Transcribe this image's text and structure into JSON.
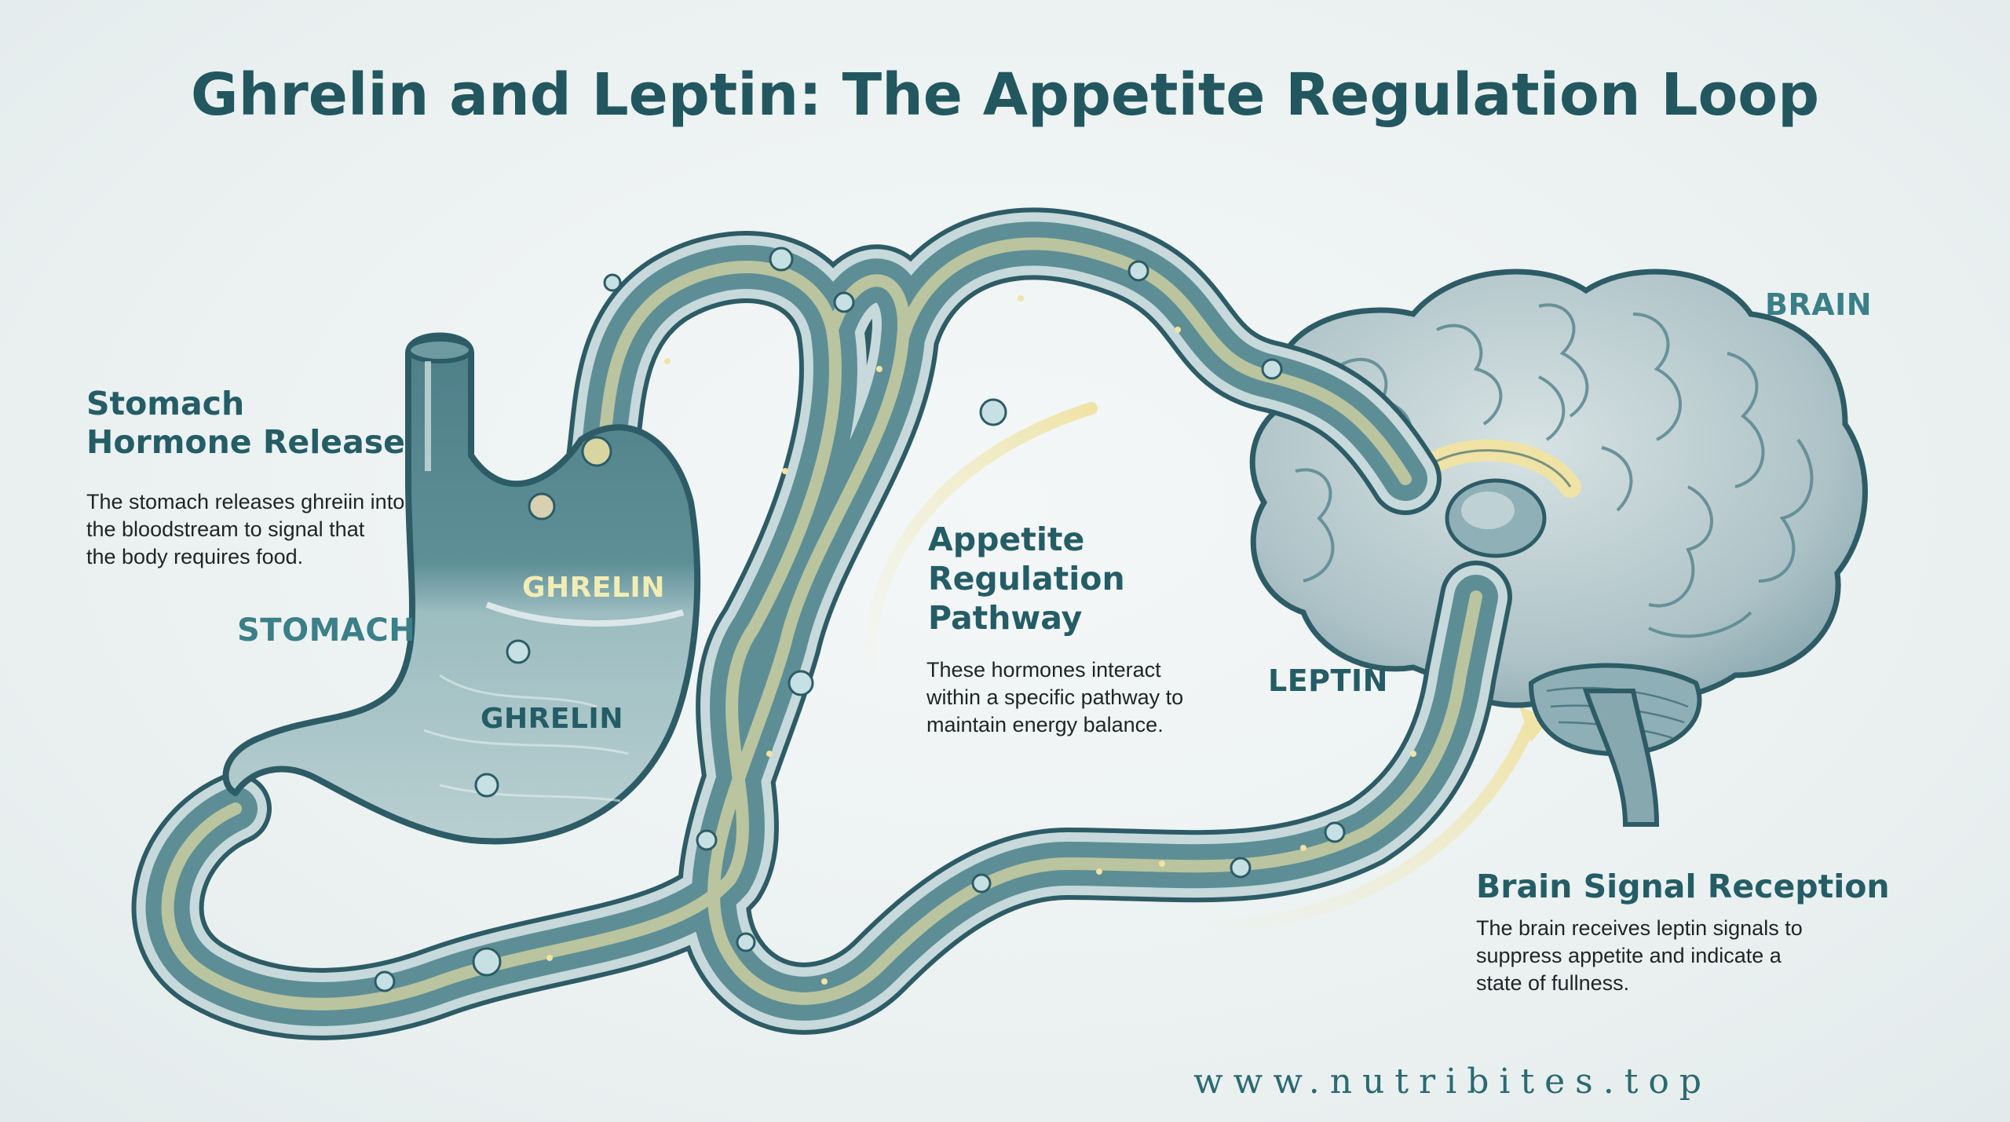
{
  "title": "Ghrelin and Leptin: The Appetite Regulation Loop",
  "sections": {
    "stomach": {
      "heading_line1": "Stomach",
      "heading_line2": "Hormone Release",
      "body_lines": [
        "The stomach releases ghreiin into",
        "the bloodstream to signal that",
        "the body requires food."
      ]
    },
    "pathway": {
      "heading_lines": [
        "Appetite",
        "Regulation",
        "Pathway"
      ],
      "body_lines": [
        "These hormones interact",
        "within a specific pathway to",
        "maintain energy balance."
      ]
    },
    "brain": {
      "heading": "Brain Signal Reception",
      "body_lines": [
        "The brain receives leptin signals to",
        "suppress appetite and indicate a",
        "state of fullness."
      ]
    }
  },
  "labels": {
    "stomach": "STOMACH",
    "ghrelin_upper": "GHRELIN",
    "ghrelin_lower": "GHRELIN",
    "leptin": "LEPTIN",
    "brain": "BRAIN"
  },
  "icons": {
    "stomach_organ": "stomach-illustration",
    "brain_organ": "brain-illustration",
    "blood_vessel": "blood-vessel-tube",
    "hormone_particles": "hormone-molecule-icons",
    "flow_arrows": "curved-arrow"
  },
  "colors": {
    "primary_teal": "#245d66",
    "label_teal": "#3b7f88",
    "ghrelin_yellow": "#f2ecb5",
    "vessel_fill": "#5d8e96",
    "vessel_outline": "#2d5c66",
    "hormone_stream": "#d9d5a0",
    "brain_fill": "#b9ccd0",
    "background": "#eef3f3"
  },
  "footer": {
    "url": "www.nutribites.top"
  }
}
